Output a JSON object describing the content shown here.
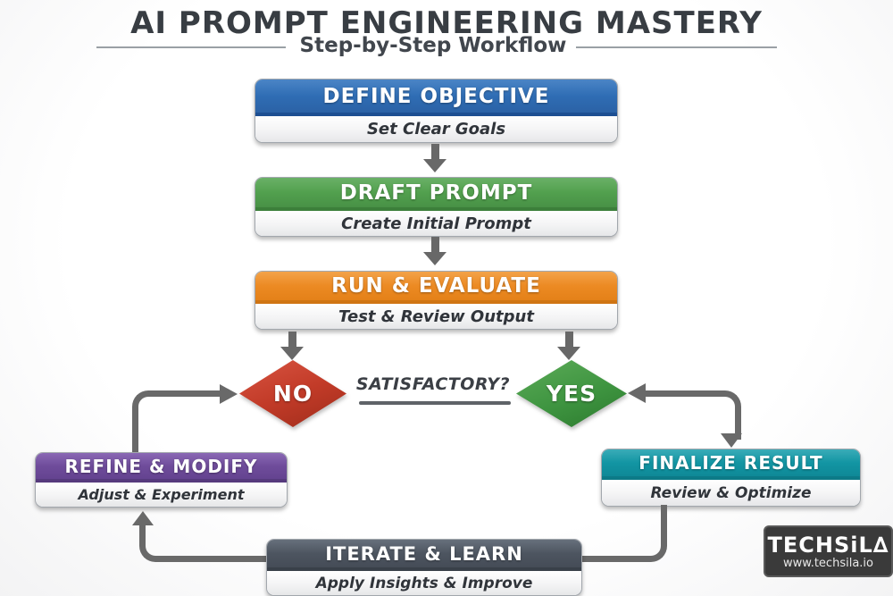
{
  "header": {
    "title": "AI PROMPT ENGINEERING MASTERY",
    "subtitle": "Step-by-Step Workflow"
  },
  "steps": [
    {
      "label": "DEFINE OBJECTIVE",
      "sublabel": "Set Clear Goals",
      "color": "#2f6db4"
    },
    {
      "label": "DRAFT PROMPT",
      "sublabel": "Create Initial Prompt",
      "color": "#52a04e"
    },
    {
      "label": "RUN & EVALUATE",
      "sublabel": "Test & Review Output",
      "color": "#ec8a23"
    },
    {
      "label": "REFINE & MODIFY",
      "sublabel": "Adjust & Experiment",
      "color": "#6f4c9b"
    },
    {
      "label": "FINALIZE RESULT",
      "sublabel": "Review & Optimize",
      "color": "#1295a3"
    },
    {
      "label": "ITERATE & LEARN",
      "sublabel": "Apply Insights & Improve",
      "color": "#4d5560"
    }
  ],
  "decision": {
    "question": "SATISFACTORY?",
    "no_label": "NO",
    "yes_label": "YES",
    "no_color": "#c23b28",
    "yes_color": "#3e9440"
  },
  "branding": {
    "logo_text": "TECHSiL∆",
    "website": "www.techsila.io"
  },
  "colors": {
    "arrow_gray": "#696969",
    "background": "#fbfbfb",
    "title_text": "#383d43"
  }
}
